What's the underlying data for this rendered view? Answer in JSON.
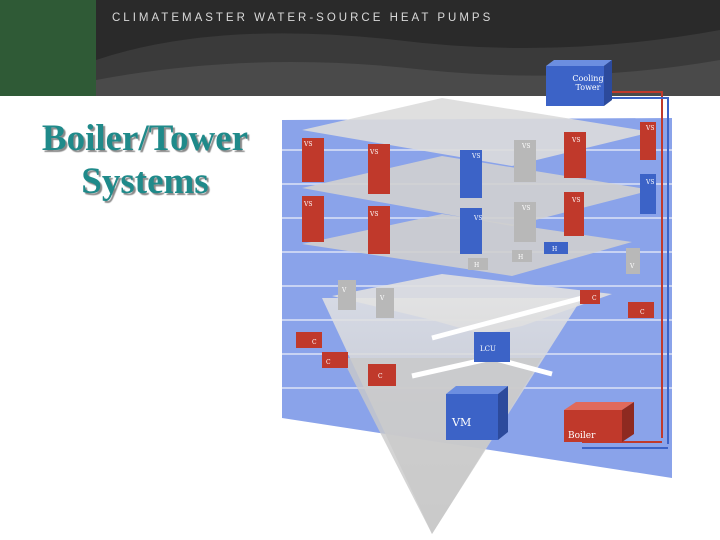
{
  "header": {
    "brand": "CLIMATEMASTER WATER-SOURCE HEAT PUMPS"
  },
  "slide": {
    "title_line1": "Boiler/Tower",
    "title_line2": "Systems"
  },
  "diagram": {
    "cooling_tower": {
      "line1": "Cooling",
      "line2": "Tower"
    },
    "boiler": "Boiler",
    "unit_codes": {
      "vertical_stack": "VS",
      "horizontal": "H",
      "vertical": "V",
      "console": "C",
      "large_capacity": "LCU",
      "vertical_modular": "VM"
    }
  },
  "colors": {
    "accent_title": "#1f8a8a",
    "header_bg": "#2a2a2a",
    "header_green": "#2f5a36",
    "unit_red": "#c0392b",
    "unit_blue": "#3c63c7",
    "unit_gray": "#b8b8b8",
    "floor_blue": "#7f98e6"
  }
}
